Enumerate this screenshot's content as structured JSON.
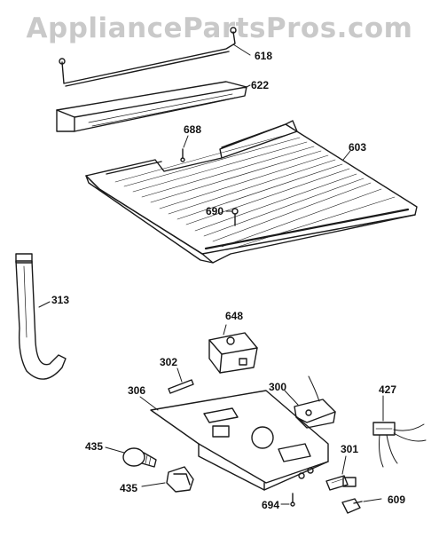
{
  "watermark": "AppliancePartsPros.com",
  "parts": [
    {
      "id": "618",
      "label": "618",
      "name": "wire-rod"
    },
    {
      "id": "622",
      "label": "622",
      "name": "rear-cover"
    },
    {
      "id": "688",
      "label": "688",
      "name": "screw-688"
    },
    {
      "id": "603",
      "label": "603",
      "name": "ceiling-panel"
    },
    {
      "id": "690",
      "label": "690",
      "name": "screw-690"
    },
    {
      "id": "313",
      "label": "313",
      "name": "drain-tube"
    },
    {
      "id": "648",
      "label": "648",
      "name": "timer"
    },
    {
      "id": "302",
      "label": "302",
      "name": "pin"
    },
    {
      "id": "306",
      "label": "306",
      "name": "control-housing"
    },
    {
      "id": "300",
      "label": "300",
      "name": "thermostat"
    },
    {
      "id": "427",
      "label": "427",
      "name": "wire-harness"
    },
    {
      "id": "435a",
      "label": "435",
      "name": "light-bulb"
    },
    {
      "id": "301",
      "label": "301",
      "name": "knob-shaft"
    },
    {
      "id": "435b",
      "label": "435",
      "name": "light-socket"
    },
    {
      "id": "694",
      "label": "694",
      "name": "screw-694"
    },
    {
      "id": "609",
      "label": "609",
      "name": "switch"
    }
  ],
  "colors": {
    "line": "#1a1a1a",
    "watermark": "#c9c9c9",
    "background": "#ffffff"
  }
}
